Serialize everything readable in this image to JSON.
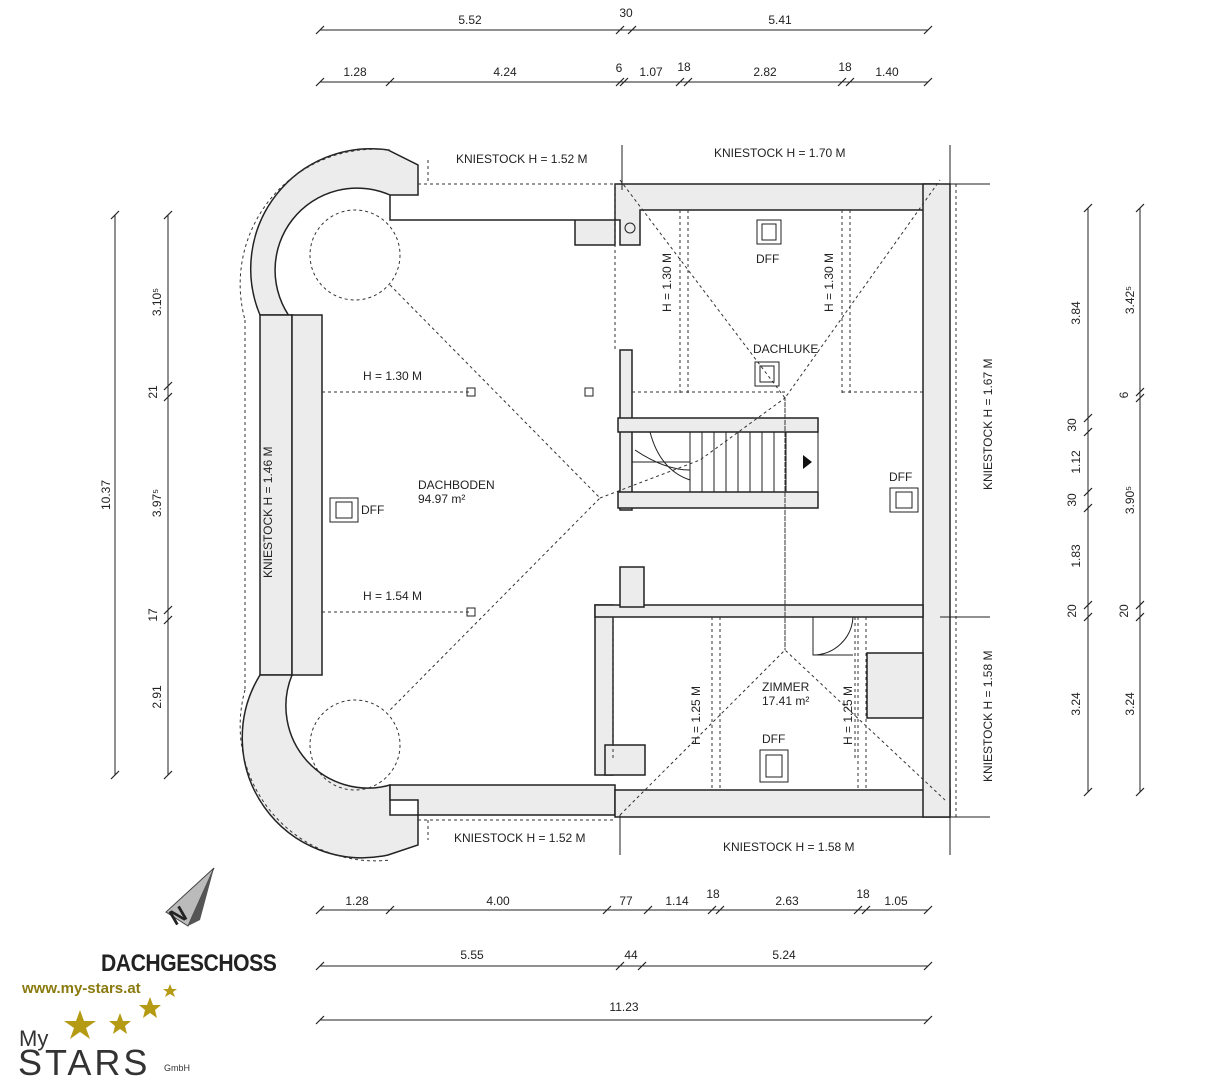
{
  "floor_title": "DACHGESCHOSS",
  "website": "www.my-stars.at",
  "logo": {
    "my": "My",
    "stars": "STARS",
    "suffix": "GmbH"
  },
  "rooms": {
    "dachboden_name": "DACHBODEN",
    "dachboden_area": "94.97 m²",
    "zimmer_name": "ZIMMER",
    "zimmer_area": "17.41 m²",
    "dachluke": "DACHLUKE"
  },
  "windows": {
    "dff": "DFF"
  },
  "heights": {
    "h130": "H = 1.30 M",
    "h154": "H = 1.54 M",
    "h125": "H = 1.25 M"
  },
  "kniestock": {
    "top_left": "KNIESTOCK H = 1.52 M",
    "top_right": "KNIESTOCK H = 1.70 M",
    "bottom_left": "KNIESTOCK H = 1.52 M",
    "bottom_right": "KNIESTOCK H = 1.58 M",
    "left": "KNIESTOCK H = 1.46 M",
    "right_upper": "KNIESTOCK H = 1.67 M",
    "right_lower": "KNIESTOCK H = 1.58 M"
  },
  "dims": {
    "top1": [
      "5.52",
      "30",
      "5.41"
    ],
    "top2": [
      "1.28",
      "4.24",
      "6",
      "1.07",
      "18",
      "2.82",
      "18",
      "1.40"
    ],
    "bottom1": [
      "1.28",
      "4.00",
      "77",
      "1.14",
      "18",
      "2.63",
      "18",
      "1.05"
    ],
    "bottom2": [
      "5.55",
      "44",
      "5.24"
    ],
    "bottom_total": "11.23",
    "left_total": "10.37",
    "left_parts": [
      "3.10⁵",
      "21",
      "3.97⁵",
      "17",
      "2.91"
    ],
    "right1": [
      "3.84",
      "30",
      "1.12",
      "30",
      "1.83",
      "20",
      "3.24"
    ],
    "right2": [
      "3.42⁵",
      "6",
      "3.90⁵",
      "20",
      "3.24"
    ]
  }
}
